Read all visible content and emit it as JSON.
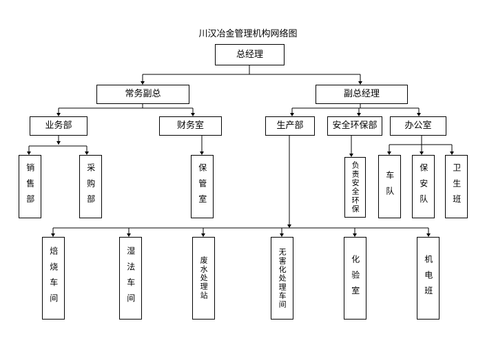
{
  "title": "川汉冶金管理机构网络图",
  "nodes": {
    "gm": "总经理",
    "deputy_gm_general": "常务副总",
    "deputy_gm": "副总经理",
    "business_dept": "业务部",
    "finance_office": "财务室",
    "production_dept": "生产部",
    "safety_env_dept": "安全环保部",
    "admin_office": "办公室",
    "sales_dept": "销售部",
    "purchasing_dept": "采购部",
    "storage_office": "保管室",
    "safety_env_resp": "负责安全环保",
    "vehicle_team": "车队",
    "security_team": "保安队",
    "sanitation_team": "卫生班",
    "roasting_workshop": "焙烧车间",
    "wet_process_workshop": "湿法车间",
    "wastewater_station": "废水处理站",
    "harmless_workshop": "无害化处理车间",
    "lab_room": "化验室",
    "electromech_team": "机电班"
  }
}
